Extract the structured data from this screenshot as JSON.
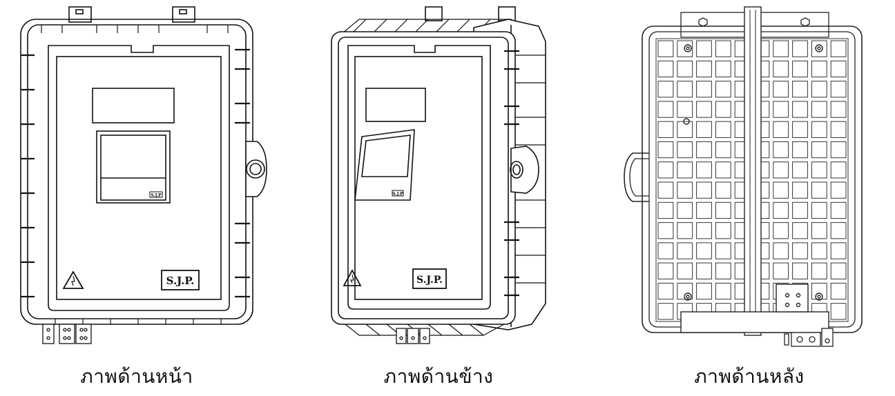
{
  "captions": {
    "front": "ภาพด้านหน้า",
    "side": "ภาพด้านข้าง",
    "back": "ภาพด้านหลัง"
  },
  "logos": {
    "brand": "S.J.P.",
    "small": "S.J.P"
  },
  "colors": {
    "stroke": "#111111",
    "fill": "#ffffff",
    "light_stroke": "#555555"
  }
}
